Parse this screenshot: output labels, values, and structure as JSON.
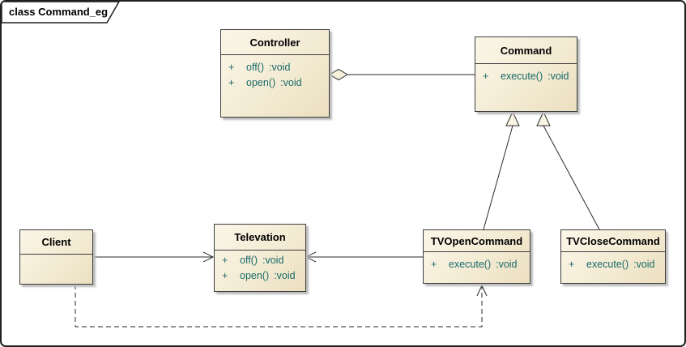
{
  "frame": {
    "label": "class Command_eg"
  },
  "colors": {
    "box_fill_light": "#FBF6E8",
    "box_fill_dark": "#EBDFC0",
    "box_border": "#3d3d3d",
    "header_text": "#000000",
    "method_text": "#196A6A",
    "connector": "#2a2a2a",
    "background": "#ffffff"
  },
  "classes": {
    "controller": {
      "name": "Controller",
      "methods": [
        {
          "vis": "+",
          "name": "off()",
          "type": ":void"
        },
        {
          "vis": "+",
          "name": "open()",
          "type": ":void"
        }
      ]
    },
    "command": {
      "name": "Command",
      "methods": [
        {
          "vis": "+",
          "name": "execute()",
          "type": ":void"
        }
      ]
    },
    "client": {
      "name": "Client",
      "methods": []
    },
    "televation": {
      "name": "Televation",
      "methods": [
        {
          "vis": "+",
          "name": "off()",
          "type": ":void"
        },
        {
          "vis": "+",
          "name": "open()",
          "type": ":void"
        }
      ]
    },
    "tvopencommand": {
      "name": "TVOpenCommand",
      "methods": [
        {
          "vis": "+",
          "name": "execute()",
          "type": ":void"
        }
      ]
    },
    "tvclosecommand": {
      "name": "TVCloseCommand",
      "methods": [
        {
          "vis": "+",
          "name": "execute()",
          "type": ":void"
        }
      ]
    }
  },
  "relationships": [
    {
      "type": "aggregation",
      "from": "Controller",
      "to": "Command"
    },
    {
      "type": "generalization",
      "from": "TVOpenCommand",
      "to": "Command"
    },
    {
      "type": "generalization",
      "from": "TVCloseCommand",
      "to": "Command"
    },
    {
      "type": "association",
      "from": "Client",
      "to": "Televation"
    },
    {
      "type": "association",
      "from": "TVOpenCommand",
      "to": "Televation"
    },
    {
      "type": "dependency",
      "from": "Client",
      "to": "TVOpenCommand"
    }
  ]
}
